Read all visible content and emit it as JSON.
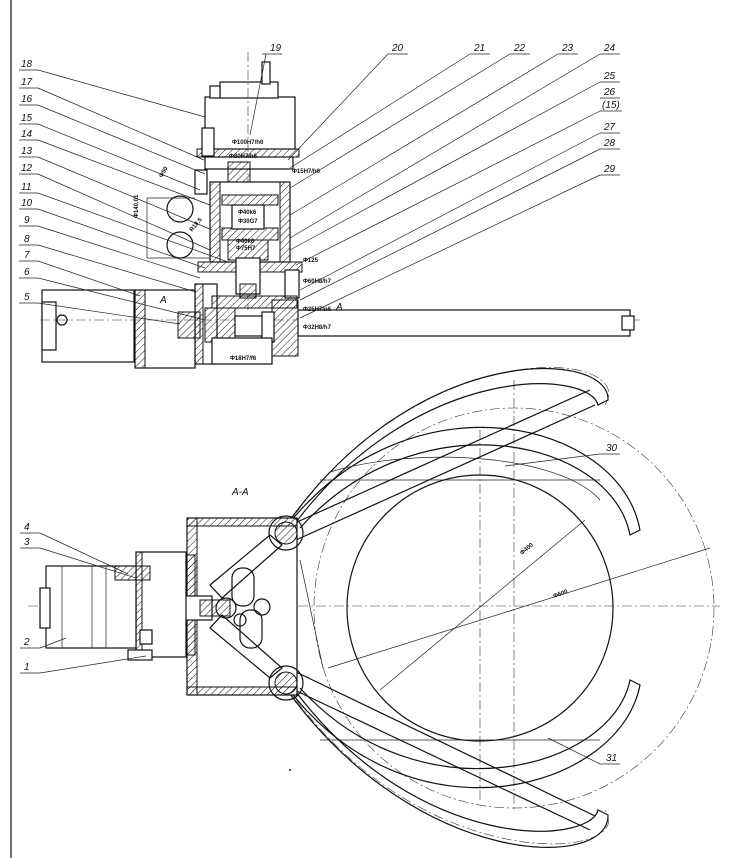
{
  "labels_left": [
    "18",
    "17",
    "16",
    "15",
    "14",
    "13",
    "12",
    "11",
    "10",
    "9",
    "8",
    "7",
    "6",
    "5"
  ],
  "labels_top": [
    "19",
    "20",
    "21",
    "22",
    "23",
    "24",
    "25",
    "26",
    "(15)",
    "27",
    "28",
    "29"
  ],
  "labels_bottom_left": [
    "4",
    "3",
    "2",
    "1"
  ],
  "labels_right": [
    "30",
    "31"
  ],
  "dimensions": {
    "d1": "Φ100H7/h6",
    "d2": "Φ80H7/h6",
    "d3": "Φ15H7/h6",
    "d4": "Φ40k6",
    "d5": "Φ30G7",
    "d6": "Φ40k6",
    "d7": "Φ75H7",
    "d8": "Φ125",
    "d9": "Φ60H8/h7",
    "d10": "Φ25H7/n6",
    "d11": "Φ32H8/h7",
    "d12": "Φ18H7/f6",
    "d13": "Φ400",
    "d14": "Φ600",
    "d15": "R18.5"
  },
  "section_marks": {
    "a_upper": "A",
    "a_right": "A",
    "section_title": "A-A"
  },
  "surface_marks": {
    "s1": "Φ140.01",
    "s2": "Φ50"
  }
}
